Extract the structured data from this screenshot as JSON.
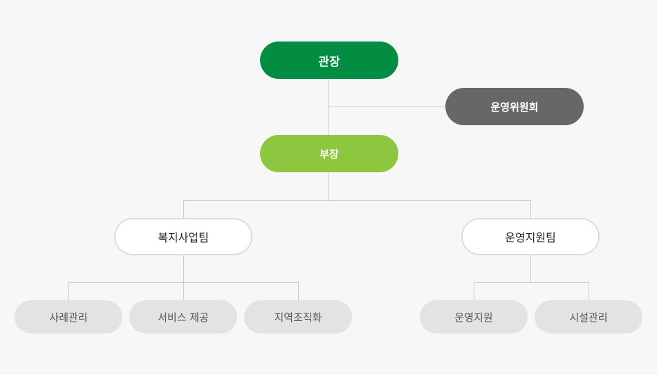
{
  "org": {
    "director": "관장",
    "committee": "운영위원회",
    "manager": "부장",
    "teams": [
      {
        "name": "복지사업팀",
        "units": [
          "사례관리",
          "서비스 제공",
          "지역조직화"
        ]
      },
      {
        "name": "운영지원팀",
        "units": [
          "운영지원",
          "시설관리"
        ]
      }
    ]
  },
  "colors": {
    "director": "#028d42",
    "committee": "#676767",
    "manager": "#8dc63f",
    "team_bg": "#ffffff",
    "unit_bg": "#e3e3e3",
    "line": "#c9c9c9"
  }
}
